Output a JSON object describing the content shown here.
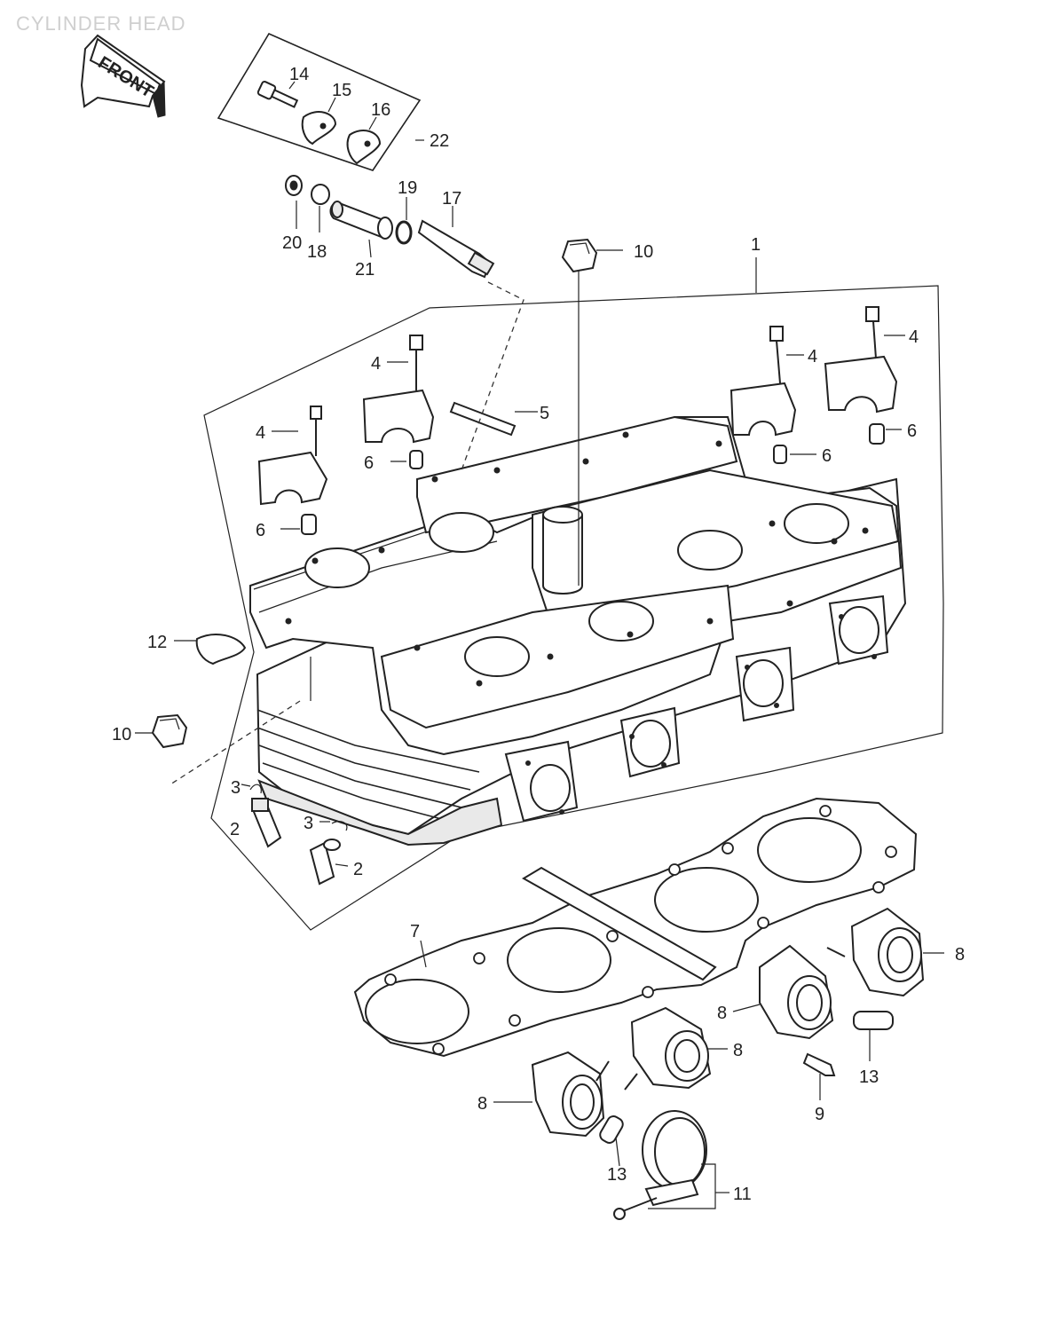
{
  "title": "CYLINDER HEAD",
  "front_label": "FRONT",
  "callouts": {
    "c1": "1",
    "c2a": "2",
    "c2b": "2",
    "c3a": "3",
    "c3b": "3",
    "c4a": "4",
    "c4b": "4",
    "c4c": "4",
    "c4d": "4",
    "c5": "5",
    "c6a": "6",
    "c6b": "6",
    "c6c": "6",
    "c6d": "6",
    "c7": "7",
    "c8a": "8",
    "c8b": "8",
    "c8c": "8",
    "c8d": "8",
    "c9": "9",
    "c10a": "10",
    "c10b": "10",
    "c11": "11",
    "c12": "12",
    "c13a": "13",
    "c13b": "13",
    "c14": "14",
    "c15": "15",
    "c16": "16",
    "c17": "17",
    "c18": "18",
    "c19": "19",
    "c20": "20",
    "c21": "21",
    "c22": "22"
  }
}
